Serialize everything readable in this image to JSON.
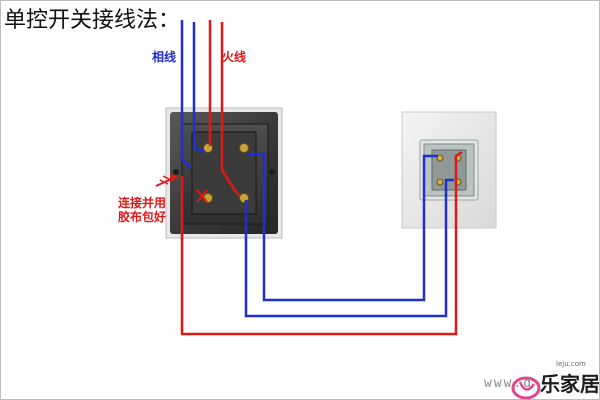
{
  "title": "单控开关接线法：",
  "labels": {
    "neutral": "相线",
    "live": "火线"
  },
  "note": {
    "line1": "连接并用",
    "line2": "胶布包好"
  },
  "watermark": "www.d",
  "brand": {
    "name": "乐家居",
    "domain": "leju.com"
  },
  "colors": {
    "neutral_wire": "#1f2fd0",
    "live_wire": "#e01818",
    "background": "#ffffff"
  },
  "icons": {
    "arrow": "red-arrow-icon",
    "logo": "le-logo-icon"
  }
}
